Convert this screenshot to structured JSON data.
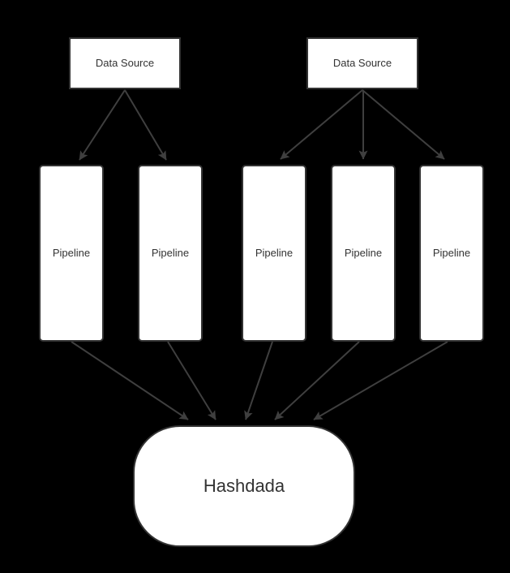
{
  "diagram": {
    "title": "data pipeline diagram",
    "colors": {
      "background": "#000000",
      "node_fill": "#ffffff",
      "node_border": "#333333",
      "text": "#333333",
      "arrow": "#3f3f3f"
    },
    "nodes": {
      "data_source_1": {
        "label": "Data Source"
      },
      "data_source_2": {
        "label": "Data Source"
      },
      "pipeline_1": {
        "label": "Pipeline"
      },
      "pipeline_2": {
        "label": "Pipeline"
      },
      "pipeline_3": {
        "label": "Pipeline"
      },
      "pipeline_4": {
        "label": "Pipeline"
      },
      "pipeline_5": {
        "label": "Pipeline"
      },
      "sink": {
        "label": "Hashdada"
      }
    },
    "edges": [
      {
        "from": "data_source_1",
        "to": "pipeline_1"
      },
      {
        "from": "data_source_1",
        "to": "pipeline_2"
      },
      {
        "from": "data_source_2",
        "to": "pipeline_3"
      },
      {
        "from": "data_source_2",
        "to": "pipeline_4"
      },
      {
        "from": "data_source_2",
        "to": "pipeline_5"
      },
      {
        "from": "pipeline_1",
        "to": "sink"
      },
      {
        "from": "pipeline_2",
        "to": "sink"
      },
      {
        "from": "pipeline_3",
        "to": "sink"
      },
      {
        "from": "pipeline_4",
        "to": "sink"
      },
      {
        "from": "pipeline_5",
        "to": "sink"
      }
    ]
  }
}
